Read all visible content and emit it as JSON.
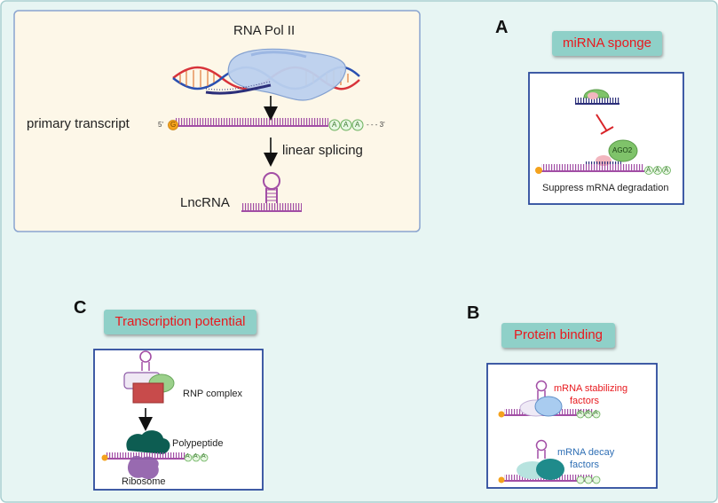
{
  "diagram": {
    "top_box": {
      "rna_pol_label": "RNA Pol II",
      "primary_transcript_label": "primary transcript",
      "five_prime": "5'",
      "cap_letter": "G",
      "polyA": [
        "A",
        "A",
        "A"
      ],
      "three_prime_tail": "- - - 3'",
      "linear_splicing_label": "linear splicing",
      "lncrna_label": "LncRNA"
    },
    "panel_a": {
      "letter": "A",
      "title": "miRNA sponge",
      "ago2_label": "AGO2",
      "caption": "Suppress mRNA degradation",
      "polyA": [
        "A",
        "A",
        "A"
      ]
    },
    "panel_b": {
      "letter": "B",
      "title": "Protein binding",
      "stabilizing_line1": "mRNA stabilizing",
      "stabilizing_line2": "factors",
      "decay_line1": "mRNA decay",
      "decay_line2": "factors",
      "polyA": [
        "A",
        "A",
        "A"
      ]
    },
    "panel_c": {
      "letter": "C",
      "title": "Transcription potential",
      "rnp_label": "RNP complex",
      "polypeptide_label": "Polypeptide",
      "ribosome_label": "Ribosome",
      "polyA": [
        "A",
        "A",
        "A"
      ]
    },
    "colors": {
      "background": "#e7f5f3",
      "top_box_fill": "#fdf7e8",
      "top_box_border": "#8aa4cf",
      "panel_border": "#2b4a9c",
      "pill": "#8fd0c8",
      "title_red": "#e8191e",
      "decay_blue": "#2f6fb5",
      "rna_magenta": "#a24ea5",
      "cap_orange": "#f4a21d",
      "polyA_green": "#9ad08a",
      "ago2_green": "#7fc36a",
      "ribosome_teal": "#0d5d52",
      "ribosome_purple": "#8d5aa7",
      "rnp_red": "#c84b4b"
    }
  }
}
